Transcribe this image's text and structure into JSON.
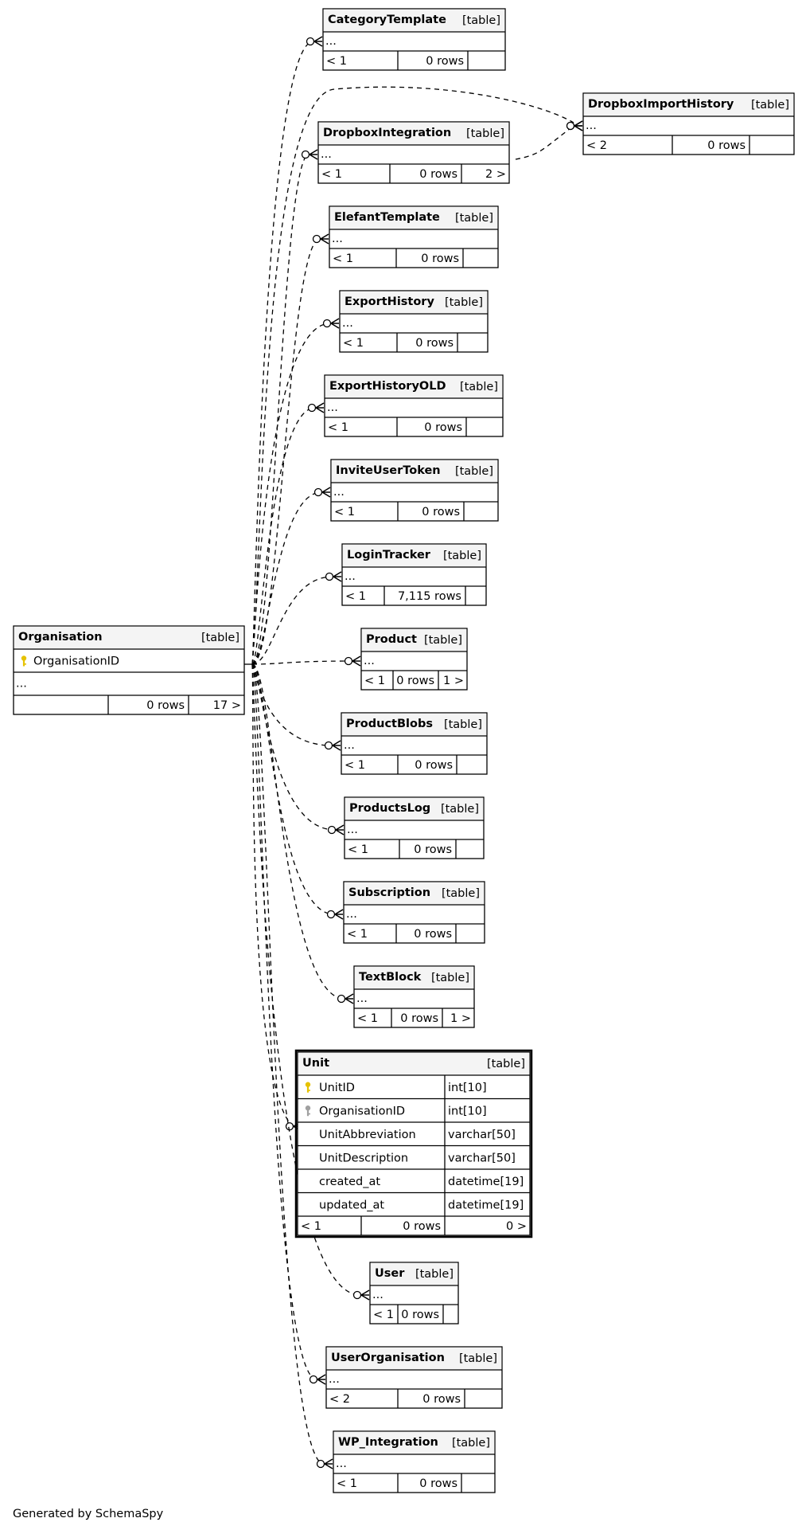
{
  "footer": "Generated by SchemaSpy",
  "tag": "[table]",
  "colors": {
    "header": "#f4f4f4",
    "primary_key": "#e6c200",
    "foreign_key": "#a0a0a0"
  },
  "center": "Organisation",
  "tables": [
    {
      "id": "Organisation",
      "title": "Organisation",
      "cols": [
        {
          "name": "OrganisationID",
          "key": "pk-icon"
        }
      ],
      "ellipsis": "...",
      "footer": [
        "",
        "0 rows",
        "17 >"
      ]
    },
    {
      "id": "CategoryTemplate",
      "title": "CategoryTemplate",
      "ellipsis": "...",
      "footer": [
        "< 1",
        "0 rows",
        ""
      ]
    },
    {
      "id": "DropboxImportHistory",
      "title": "DropboxImportHistory",
      "ellipsis": "...",
      "footer": [
        "< 2",
        "0 rows",
        ""
      ]
    },
    {
      "id": "DropboxIntegration",
      "title": "DropboxIntegration",
      "ellipsis": "...",
      "footer": [
        "< 1",
        "0 rows",
        "2 >"
      ]
    },
    {
      "id": "ElefantTemplate",
      "title": "ElefantTemplate",
      "ellipsis": "...",
      "footer": [
        "< 1",
        "0 rows",
        ""
      ]
    },
    {
      "id": "ExportHistory",
      "title": "ExportHistory",
      "ellipsis": "...",
      "footer": [
        "< 1",
        "0 rows",
        ""
      ]
    },
    {
      "id": "ExportHistoryOLD",
      "title": "ExportHistoryOLD",
      "ellipsis": "...",
      "footer": [
        "< 1",
        "0 rows",
        ""
      ]
    },
    {
      "id": "InviteUserToken",
      "title": "InviteUserToken",
      "ellipsis": "...",
      "footer": [
        "< 1",
        "0 rows",
        ""
      ]
    },
    {
      "id": "LoginTracker",
      "title": "LoginTracker",
      "ellipsis": "...",
      "footer": [
        "< 1",
        "7,115 rows",
        ""
      ]
    },
    {
      "id": "Product",
      "title": "Product",
      "ellipsis": "...",
      "footer": [
        "< 1",
        "0 rows",
        "1 >"
      ]
    },
    {
      "id": "ProductBlobs",
      "title": "ProductBlobs",
      "ellipsis": "...",
      "footer": [
        "< 1",
        "0 rows",
        ""
      ]
    },
    {
      "id": "ProductsLog",
      "title": "ProductsLog",
      "ellipsis": "...",
      "footer": [
        "< 1",
        "0 rows",
        ""
      ]
    },
    {
      "id": "Subscription",
      "title": "Subscription",
      "ellipsis": "...",
      "footer": [
        "< 1",
        "0 rows",
        ""
      ]
    },
    {
      "id": "TextBlock",
      "title": "TextBlock",
      "ellipsis": "...",
      "footer": [
        "< 1",
        "0 rows",
        "1 >"
      ]
    },
    {
      "id": "Unit",
      "title": "Unit",
      "focus": true,
      "cols": [
        {
          "name": "UnitID",
          "type": "int[10]",
          "key": "pk-icon"
        },
        {
          "name": "OrganisationID",
          "type": "int[10]",
          "key": "fk-icon"
        },
        {
          "name": "UnitAbbreviation",
          "type": "varchar[50]",
          "key": ""
        },
        {
          "name": "UnitDescription",
          "type": "varchar[50]",
          "key": ""
        },
        {
          "name": "created_at",
          "type": "datetime[19]",
          "key": ""
        },
        {
          "name": "updated_at",
          "type": "datetime[19]",
          "key": ""
        }
      ],
      "footer": [
        "< 1",
        "0 rows",
        "0 >"
      ]
    },
    {
      "id": "User",
      "title": "User",
      "ellipsis": "...",
      "footer": [
        "< 1",
        "0 rows",
        ""
      ]
    },
    {
      "id": "UserOrganisation",
      "title": "UserOrganisation",
      "ellipsis": "...",
      "footer": [
        "< 2",
        "0 rows",
        ""
      ]
    },
    {
      "id": "WP_Integration",
      "title": "WP_Integration",
      "ellipsis": "...",
      "footer": [
        "< 1",
        "0 rows",
        ""
      ]
    }
  ],
  "relations": [
    {
      "from": "Organisation",
      "to": "CategoryTemplate"
    },
    {
      "from": "Organisation",
      "to": "DropboxImportHistory"
    },
    {
      "from": "DropboxIntegration",
      "to": "DropboxImportHistory"
    },
    {
      "from": "Organisation",
      "to": "DropboxIntegration"
    },
    {
      "from": "Organisation",
      "to": "ElefantTemplate"
    },
    {
      "from": "Organisation",
      "to": "ExportHistory"
    },
    {
      "from": "Organisation",
      "to": "ExportHistoryOLD"
    },
    {
      "from": "Organisation",
      "to": "InviteUserToken"
    },
    {
      "from": "Organisation",
      "to": "LoginTracker"
    },
    {
      "from": "Organisation",
      "to": "Product"
    },
    {
      "from": "Organisation",
      "to": "ProductBlobs"
    },
    {
      "from": "Organisation",
      "to": "ProductsLog"
    },
    {
      "from": "Organisation",
      "to": "Subscription"
    },
    {
      "from": "Organisation",
      "to": "TextBlock"
    },
    {
      "from": "Organisation",
      "to": "Unit"
    },
    {
      "from": "Organisation",
      "to": "User"
    },
    {
      "from": "Organisation",
      "to": "UserOrganisation"
    },
    {
      "from": "Organisation",
      "to": "WP_Integration"
    }
  ]
}
